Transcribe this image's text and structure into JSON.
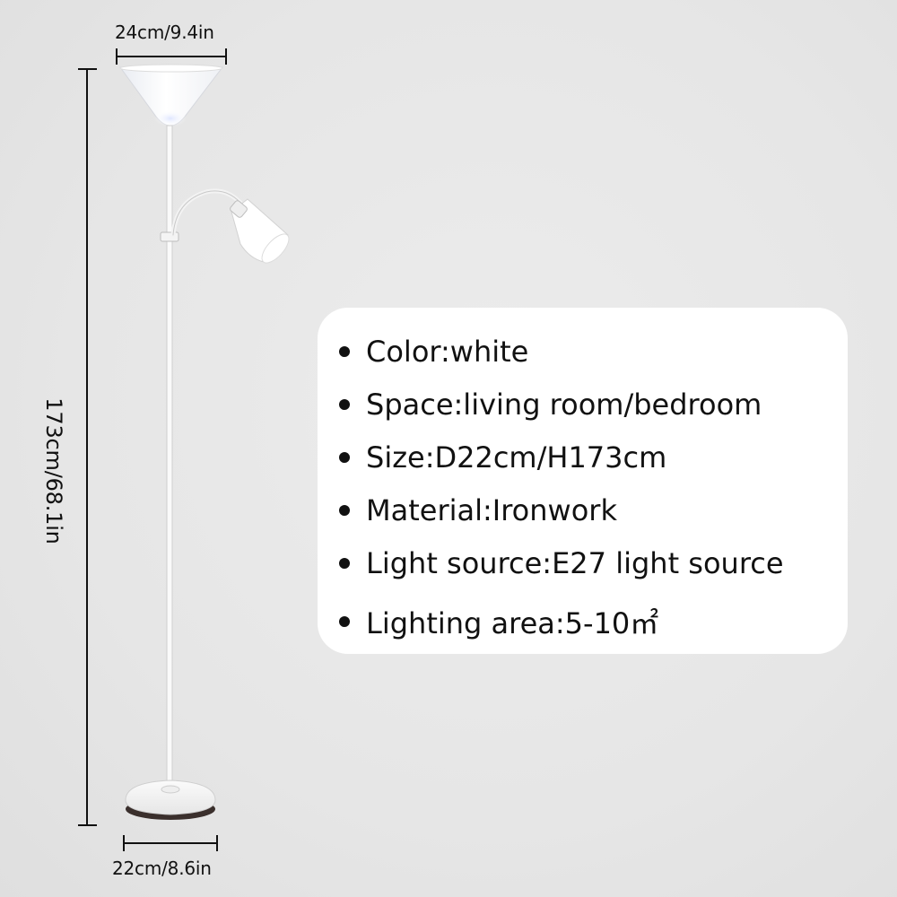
{
  "dimensions": {
    "shade_width": "24cm/9.4in",
    "base_width": "22cm/8.6in",
    "height": "173cm/68.1in"
  },
  "specs": [
    "Color:white",
    "Space:living room/bedroom",
    "Size:D22cm/H173cm",
    "Material:Ironwork",
    "Light source:E27 light source",
    "Lighting area:5-10㎡"
  ],
  "colors": {
    "background": "#e8e8e8",
    "card": "#ffffff",
    "text": "#111111",
    "lamp_white": "#f7f7f7",
    "lamp_base_dark": "#3a2f2c"
  },
  "product_image": "floor-lamp-white"
}
